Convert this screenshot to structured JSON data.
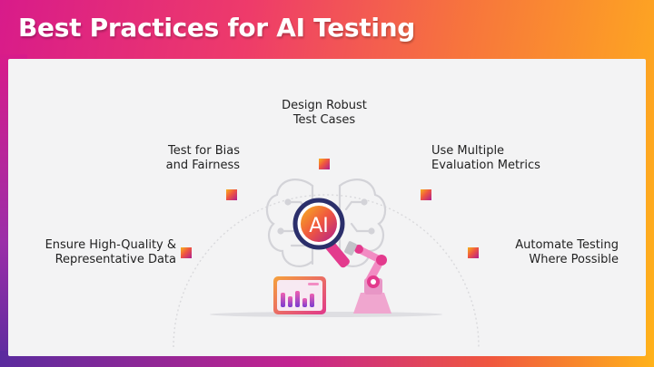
{
  "title": "Best Practices for AI Testing",
  "center_badge": "AI",
  "practices": [
    {
      "label": "Design Robust\nTest Cases"
    },
    {
      "label": "Test for Bias\nand Fairness"
    },
    {
      "label": "Use Multiple\nEvaluation Metrics"
    },
    {
      "label": "Ensure High-Quality &\nRepresentative Data"
    },
    {
      "label": "Automate Testing\nWhere Possible"
    }
  ],
  "colors": {
    "magenta": "#d81b8a",
    "orange": "#f7743d",
    "yellow": "#ffb21a",
    "purple": "#5a2b9e",
    "panel": "#f3f3f4"
  },
  "icons": [
    "ai-brain-icon",
    "magnifier-icon",
    "robotic-arm-icon",
    "dashboard-chart-icon"
  ]
}
